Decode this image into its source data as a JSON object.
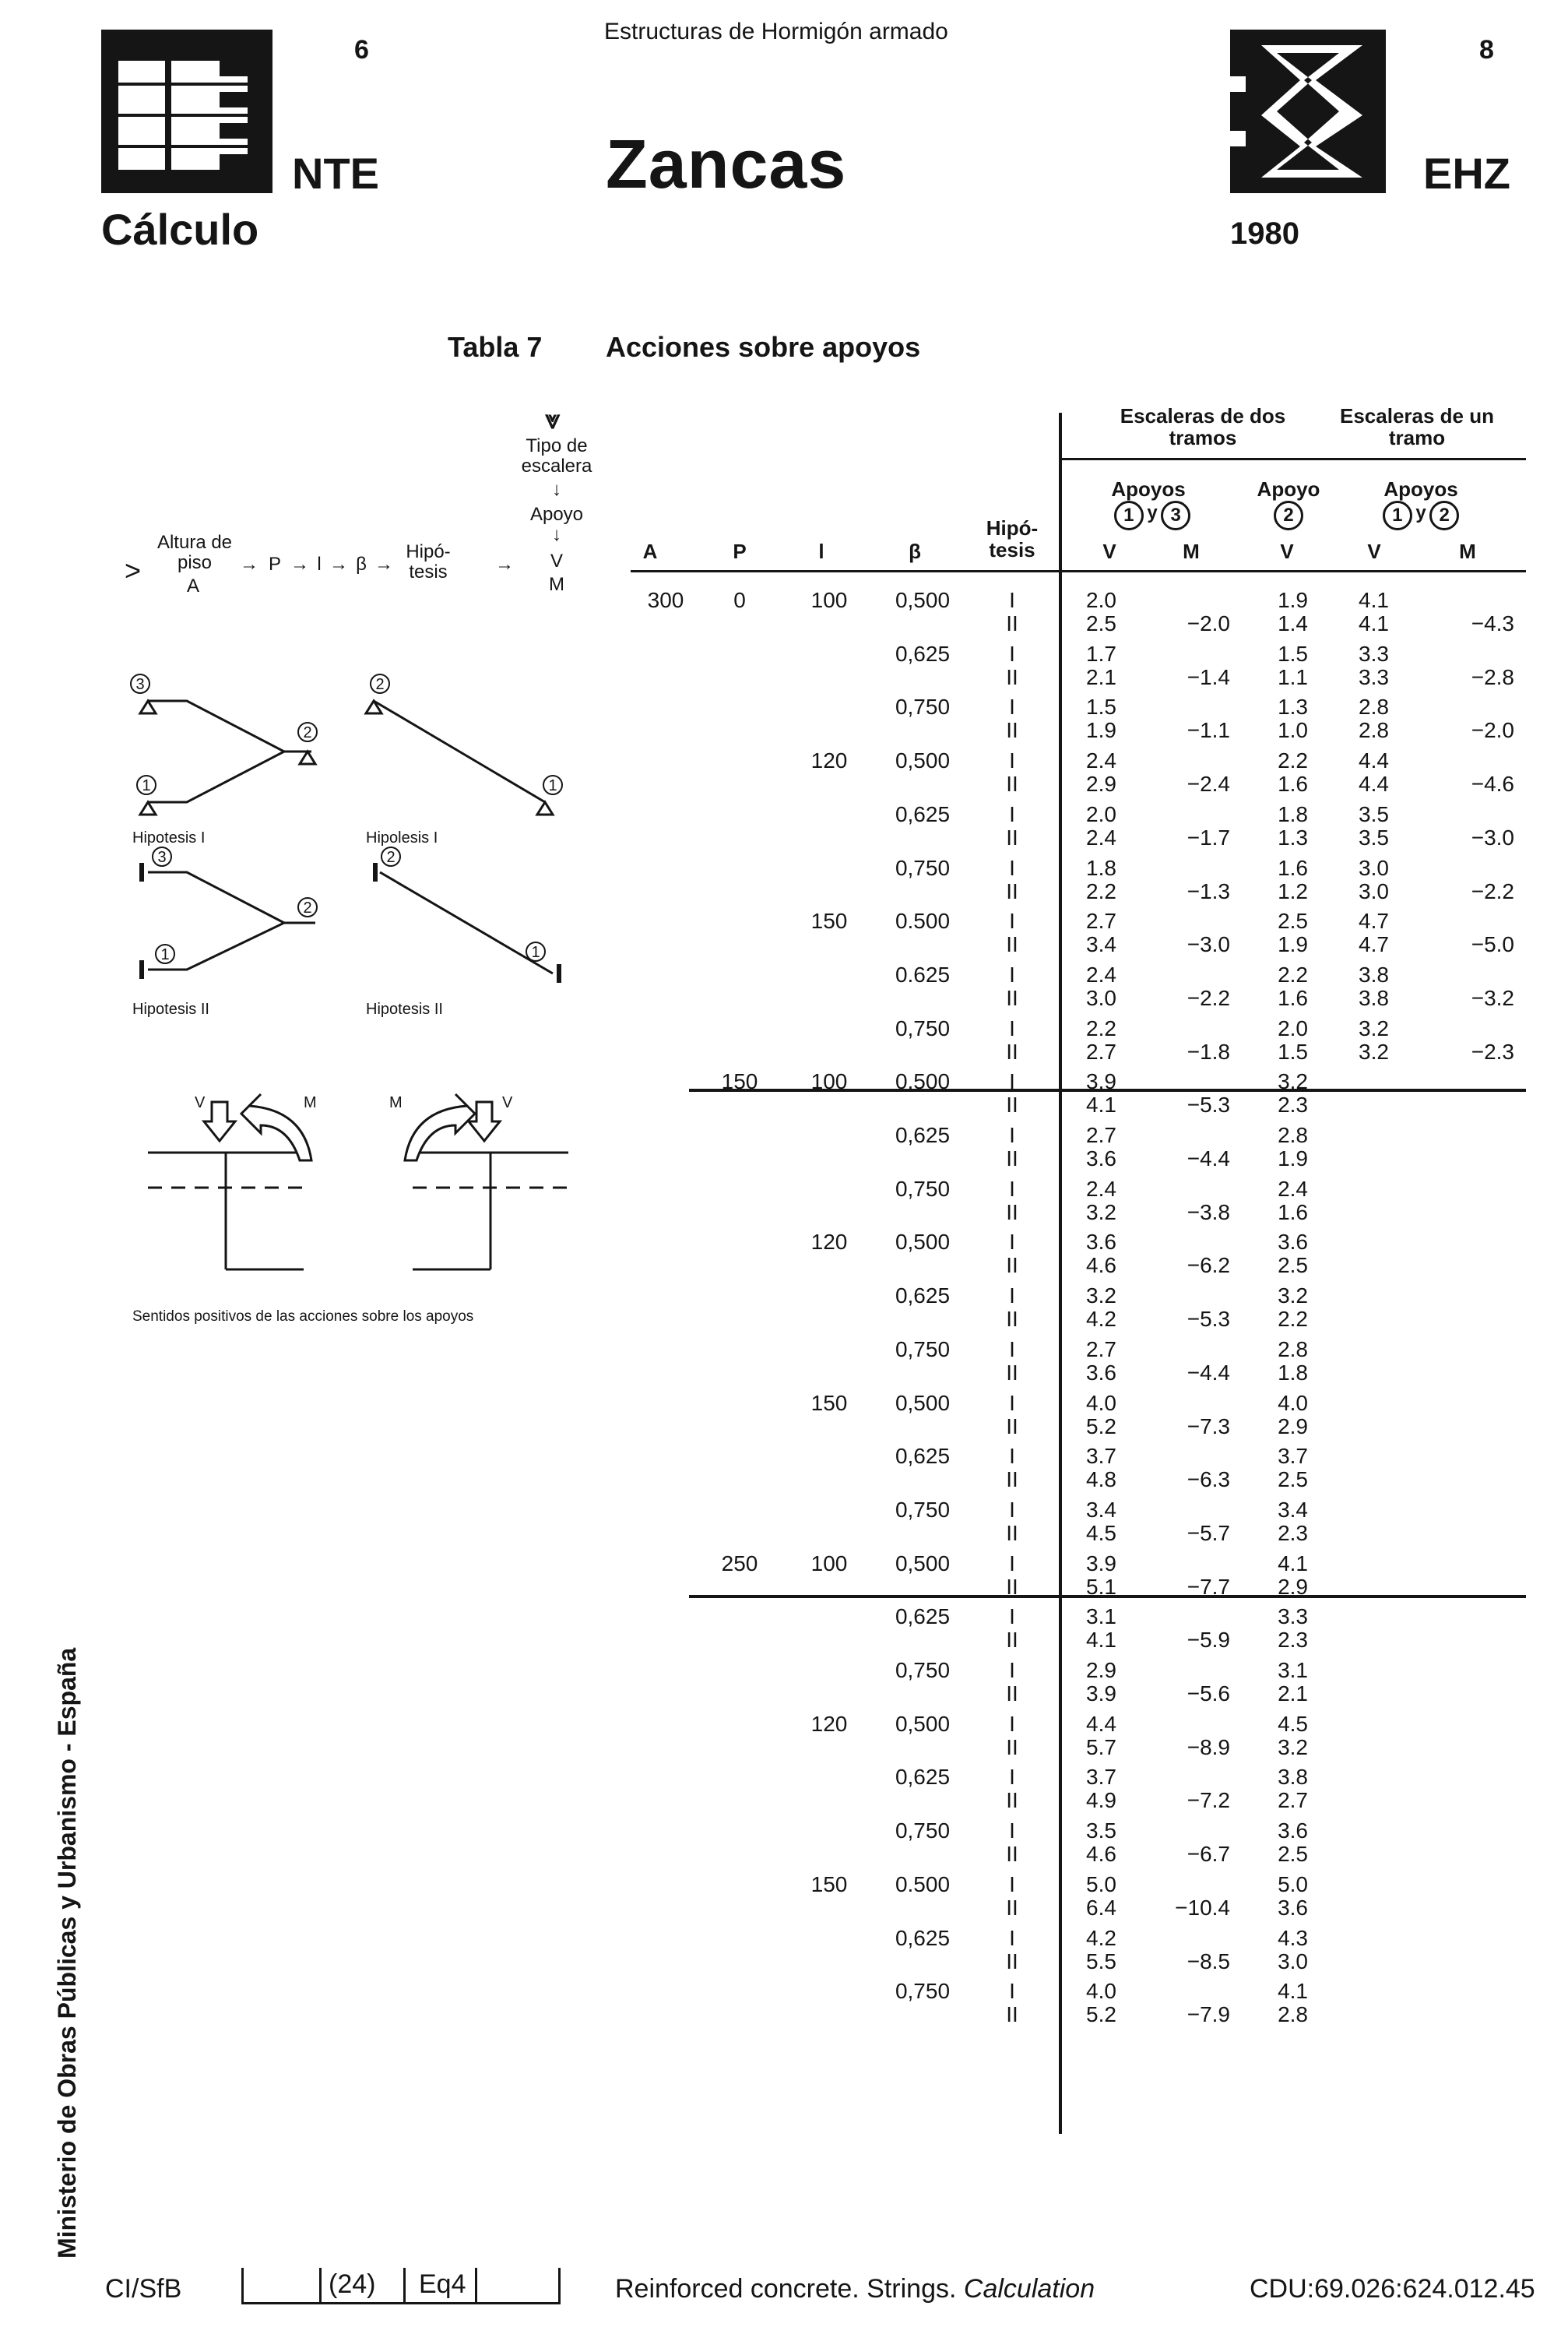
{
  "header": {
    "left_page": "6",
    "left_code": "NTE",
    "left_subtitle": "Cálculo",
    "series": "Estructuras de Hormigón armado",
    "title": "Zancas",
    "right_page": "8",
    "right_code": "EHZ",
    "year": "1980"
  },
  "table_caption": {
    "label": "Tabla 7",
    "title": "Acciones sobre apoyos"
  },
  "flow": {
    "tipo": "Tipo de escalera",
    "apoyo": "Apoyo",
    "altura": "Altura de piso",
    "altura_sym": "A",
    "p": "P",
    "l": "l",
    "beta": "β",
    "hipo": "Hipó- tesis",
    "v": "V",
    "m": "M"
  },
  "column_headers": {
    "A": "A",
    "P": "P",
    "l": "l",
    "beta": "β",
    "hipotesis": "Hipó- tesis",
    "dos_tramos": "Escaleras de dos tramos",
    "un_tramo": "Escaleras de un tramo",
    "apoyos_13": "Apoyos",
    "apoyo_2": "Apoyo",
    "apoyos_12": "Apoyos",
    "c1": "1",
    "c2": "2",
    "c3": "3",
    "y": "y",
    "V": "V",
    "M": "M"
  },
  "diagrams": {
    "hip1_label_a": "Hipotesis I",
    "hip1_label_b": "Hipolesis I",
    "hip2_label_a": "Hipotesis II",
    "hip2_label_b": "Hipotesis II",
    "n1": "1",
    "n2": "2",
    "n3": "3",
    "V": "V",
    "M": "M",
    "caption": "Sentidos positivos de las acciones sobre los apoyos"
  },
  "sidebar": "Ministerio de Obras Públicas y Urbanismo - España",
  "footer": {
    "cisfb": "CI/SfB",
    "code1": "(24)",
    "code2": "Eq4",
    "desc_plain": "Reinforced concrete. Strings.",
    "desc_italic": "Calculation",
    "cdu": "CDU:69.026:624.012.45"
  },
  "rows": [
    {
      "A": "300",
      "P": "0",
      "l": "100",
      "beta": "0,500",
      "h": [
        "I",
        "II"
      ],
      "v13": [
        "2.0",
        "2.5"
      ],
      "m13": [
        "",
        "−2.0"
      ],
      "v2": [
        "1.9",
        "1.4"
      ],
      "v12": [
        "4.1",
        "4.1"
      ],
      "m12": [
        "",
        "−4.3"
      ]
    },
    {
      "A": "",
      "P": "",
      "l": "",
      "beta": "0,625",
      "h": [
        "I",
        "II"
      ],
      "v13": [
        "1.7",
        "2.1"
      ],
      "m13": [
        "",
        "−1.4"
      ],
      "v2": [
        "1.5",
        "1.1"
      ],
      "v12": [
        "3.3",
        "3.3"
      ],
      "m12": [
        "",
        "−2.8"
      ]
    },
    {
      "A": "",
      "P": "",
      "l": "",
      "beta": "0,750",
      "h": [
        "I",
        "II"
      ],
      "v13": [
        "1.5",
        "1.9"
      ],
      "m13": [
        "",
        "−1.1"
      ],
      "v2": [
        "1.3",
        "1.0"
      ],
      "v12": [
        "2.8",
        "2.8"
      ],
      "m12": [
        "",
        "−2.0"
      ]
    },
    {
      "A": "",
      "P": "",
      "l": "120",
      "beta": "0,500",
      "h": [
        "I",
        "II"
      ],
      "v13": [
        "2.4",
        "2.9"
      ],
      "m13": [
        "",
        "−2.4"
      ],
      "v2": [
        "2.2",
        "1.6"
      ],
      "v12": [
        "4.4",
        "4.4"
      ],
      "m12": [
        "",
        "−4.6"
      ]
    },
    {
      "A": "",
      "P": "",
      "l": "",
      "beta": "0,625",
      "h": [
        "I",
        "II"
      ],
      "v13": [
        "2.0",
        "2.4"
      ],
      "m13": [
        "",
        "−1.7"
      ],
      "v2": [
        "1.8",
        "1.3"
      ],
      "v12": [
        "3.5",
        "3.5"
      ],
      "m12": [
        "",
        "−3.0"
      ]
    },
    {
      "A": "",
      "P": "",
      "l": "",
      "beta": "0,750",
      "h": [
        "I",
        "II"
      ],
      "v13": [
        "1.8",
        "2.2"
      ],
      "m13": [
        "",
        "−1.3"
      ],
      "v2": [
        "1.6",
        "1.2"
      ],
      "v12": [
        "3.0",
        "3.0"
      ],
      "m12": [
        "",
        "−2.2"
      ]
    },
    {
      "A": "",
      "P": "",
      "l": "150",
      "beta": "0.500",
      "h": [
        "I",
        "II"
      ],
      "v13": [
        "2.7",
        "3.4"
      ],
      "m13": [
        "",
        "−3.0"
      ],
      "v2": [
        "2.5",
        "1.9"
      ],
      "v12": [
        "4.7",
        "4.7"
      ],
      "m12": [
        "",
        "−5.0"
      ]
    },
    {
      "A": "",
      "P": "",
      "l": "",
      "beta": "0.625",
      "h": [
        "I",
        "II"
      ],
      "v13": [
        "2.4",
        "3.0"
      ],
      "m13": [
        "",
        "−2.2"
      ],
      "v2": [
        "2.2",
        "1.6"
      ],
      "v12": [
        "3.8",
        "3.8"
      ],
      "m12": [
        "",
        "−3.2"
      ]
    },
    {
      "A": "",
      "P": "",
      "l": "",
      "beta": "0,750",
      "h": [
        "I",
        "II"
      ],
      "v13": [
        "2.2",
        "2.7"
      ],
      "m13": [
        "",
        "−1.8"
      ],
      "v2": [
        "2.0",
        "1.5"
      ],
      "v12": [
        "3.2",
        "3.2"
      ],
      "m12": [
        "",
        "−2.3"
      ]
    },
    {
      "A": "",
      "P": "150",
      "l": "100",
      "beta": "0,500",
      "h": [
        "I",
        "II"
      ],
      "v13": [
        "3.9",
        "4.1"
      ],
      "m13": [
        "",
        "−5.3"
      ],
      "v2": [
        "3.2",
        "2.3"
      ],
      "v12": [
        "",
        ""
      ],
      "m12": [
        "",
        ""
      ]
    },
    {
      "A": "",
      "P": "",
      "l": "",
      "beta": "0,625",
      "h": [
        "I",
        "II"
      ],
      "v13": [
        "2.7",
        "3.6"
      ],
      "m13": [
        "",
        "−4.4"
      ],
      "v2": [
        "2.8",
        "1.9"
      ],
      "v12": [
        "",
        ""
      ],
      "m12": [
        "",
        ""
      ]
    },
    {
      "A": "",
      "P": "",
      "l": "",
      "beta": "0,750",
      "h": [
        "I",
        "II"
      ],
      "v13": [
        "2.4",
        "3.2"
      ],
      "m13": [
        "",
        "−3.8"
      ],
      "v2": [
        "2.4",
        "1.6"
      ],
      "v12": [
        "",
        ""
      ],
      "m12": [
        "",
        ""
      ]
    },
    {
      "A": "",
      "P": "",
      "l": "120",
      "beta": "0,500",
      "h": [
        "I",
        "II"
      ],
      "v13": [
        "3.6",
        "4.6"
      ],
      "m13": [
        "",
        "−6.2"
      ],
      "v2": [
        "3.6",
        "2.5"
      ],
      "v12": [
        "",
        ""
      ],
      "m12": [
        "",
        ""
      ]
    },
    {
      "A": "",
      "P": "",
      "l": "",
      "beta": "0,625",
      "h": [
        "I",
        "II"
      ],
      "v13": [
        "3.2",
        "4.2"
      ],
      "m13": [
        "",
        "−5.3"
      ],
      "v2": [
        "3.2",
        "2.2"
      ],
      "v12": [
        "",
        ""
      ],
      "m12": [
        "",
        ""
      ]
    },
    {
      "A": "",
      "P": "",
      "l": "",
      "beta": "0,750",
      "h": [
        "I",
        "II"
      ],
      "v13": [
        "2.7",
        "3.6"
      ],
      "m13": [
        "",
        "−4.4"
      ],
      "v2": [
        "2.8",
        "1.8"
      ],
      "v12": [
        "",
        ""
      ],
      "m12": [
        "",
        ""
      ]
    },
    {
      "A": "",
      "P": "",
      "l": "150",
      "beta": "0,500",
      "h": [
        "I",
        "II"
      ],
      "v13": [
        "4.0",
        "5.2"
      ],
      "m13": [
        "",
        "−7.3"
      ],
      "v2": [
        "4.0",
        "2.9"
      ],
      "v12": [
        "",
        ""
      ],
      "m12": [
        "",
        ""
      ]
    },
    {
      "A": "",
      "P": "",
      "l": "",
      "beta": "0,625",
      "h": [
        "I",
        "II"
      ],
      "v13": [
        "3.7",
        "4.8"
      ],
      "m13": [
        "",
        "−6.3"
      ],
      "v2": [
        "3.7",
        "2.5"
      ],
      "v12": [
        "",
        ""
      ],
      "m12": [
        "",
        ""
      ]
    },
    {
      "A": "",
      "P": "",
      "l": "",
      "beta": "0,750",
      "h": [
        "I",
        "II"
      ],
      "v13": [
        "3.4",
        "4.5"
      ],
      "m13": [
        "",
        "−5.7"
      ],
      "v2": [
        "3.4",
        "2.3"
      ],
      "v12": [
        "",
        ""
      ],
      "m12": [
        "",
        ""
      ]
    },
    {
      "A": "",
      "P": "250",
      "l": "100",
      "beta": "0,500",
      "h": [
        "I",
        "II"
      ],
      "v13": [
        "3.9",
        "5.1"
      ],
      "m13": [
        "",
        "−7.7"
      ],
      "v2": [
        "4.1",
        "2.9"
      ],
      "v12": [
        "",
        ""
      ],
      "m12": [
        "",
        ""
      ]
    },
    {
      "A": "",
      "P": "",
      "l": "",
      "beta": "0,625",
      "h": [
        "I",
        "II"
      ],
      "v13": [
        "3.1",
        "4.1"
      ],
      "m13": [
        "",
        "−5.9"
      ],
      "v2": [
        "3.3",
        "2.3"
      ],
      "v12": [
        "",
        ""
      ],
      "m12": [
        "",
        ""
      ]
    },
    {
      "A": "",
      "P": "",
      "l": "",
      "beta": "0,750",
      "h": [
        "I",
        "II"
      ],
      "v13": [
        "2.9",
        "3.9"
      ],
      "m13": [
        "",
        "−5.6"
      ],
      "v2": [
        "3.1",
        "2.1"
      ],
      "v12": [
        "",
        ""
      ],
      "m12": [
        "",
        ""
      ]
    },
    {
      "A": "",
      "P": "",
      "l": "120",
      "beta": "0,500",
      "h": [
        "I",
        "II"
      ],
      "v13": [
        "4.4",
        "5.7"
      ],
      "m13": [
        "",
        "−8.9"
      ],
      "v2": [
        "4.5",
        "3.2"
      ],
      "v12": [
        "",
        ""
      ],
      "m12": [
        "",
        ""
      ]
    },
    {
      "A": "",
      "P": "",
      "l": "",
      "beta": "0,625",
      "h": [
        "I",
        "II"
      ],
      "v13": [
        "3.7",
        "4.9"
      ],
      "m13": [
        "",
        "−7.2"
      ],
      "v2": [
        "3.8",
        "2.7"
      ],
      "v12": [
        "",
        ""
      ],
      "m12": [
        "",
        ""
      ]
    },
    {
      "A": "",
      "P": "",
      "l": "",
      "beta": "0,750",
      "h": [
        "I",
        "II"
      ],
      "v13": [
        "3.5",
        "4.6"
      ],
      "m13": [
        "",
        "−6.7"
      ],
      "v2": [
        "3.6",
        "2.5"
      ],
      "v12": [
        "",
        ""
      ],
      "m12": [
        "",
        ""
      ]
    },
    {
      "A": "",
      "P": "",
      "l": "150",
      "beta": "0.500",
      "h": [
        "I",
        "II"
      ],
      "v13": [
        "5.0",
        "6.4"
      ],
      "m13": [
        "",
        "−10.4"
      ],
      "v2": [
        "5.0",
        "3.6"
      ],
      "v12": [
        "",
        ""
      ],
      "m12": [
        "",
        ""
      ]
    },
    {
      "A": "",
      "P": "",
      "l": "",
      "beta": "0,625",
      "h": [
        "I",
        "II"
      ],
      "v13": [
        "4.2",
        "5.5"
      ],
      "m13": [
        "",
        "−8.5"
      ],
      "v2": [
        "4.3",
        "3.0"
      ],
      "v12": [
        "",
        ""
      ],
      "m12": [
        "",
        ""
      ]
    },
    {
      "A": "",
      "P": "",
      "l": "",
      "beta": "0,750",
      "h": [
        "I",
        "II"
      ],
      "v13": [
        "4.0",
        "5.2"
      ],
      "m13": [
        "",
        "−7.9"
      ],
      "v2": [
        "4.1",
        "2.8"
      ],
      "v12": [
        "",
        ""
      ],
      "m12": [
        "",
        ""
      ]
    }
  ]
}
